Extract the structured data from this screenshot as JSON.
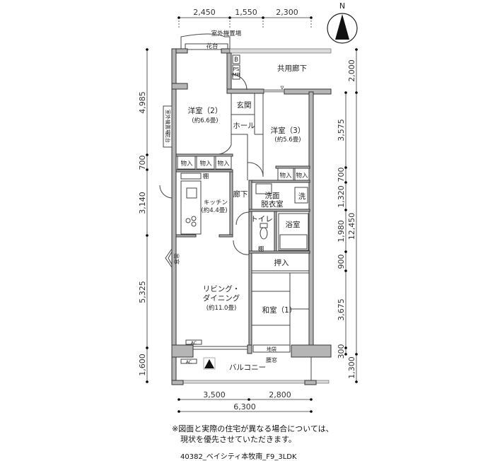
{
  "compass": {
    "label": "N"
  },
  "dimensions": {
    "top": [
      "2,450",
      "1,550",
      "2,300"
    ],
    "left": [
      "4,985",
      "700",
      "3,140",
      "5,325",
      "1,600"
    ],
    "right_inner": [
      "3,575",
      "700",
      "1,320",
      "1,980",
      "900",
      "3,675",
      "300"
    ],
    "right_outer": [
      "2,000",
      "12,450",
      "1,300"
    ],
    "bottom": [
      "3,500",
      "2,800"
    ],
    "bottom_total": "6,300"
  },
  "rooms": {
    "western2": {
      "name": "洋室（2）",
      "size": "(約6.6畳)"
    },
    "western3": {
      "name": "洋室（3）",
      "size": "(約5.6畳)"
    },
    "entrance": "玄関",
    "hall": "ホール",
    "common_corridor": "共用廊下",
    "kitchen": {
      "name": "キッチン",
      "size": "(約4.4畳)"
    },
    "corridor": "廊下",
    "washroom": {
      "line1": "洗面",
      "line2": "脱衣室"
    },
    "washer": "洗",
    "toilet": "トイレ",
    "bath": "浴室",
    "closet": "押入",
    "living": {
      "line1": "リビング・",
      "line2": "ダイニング",
      "size": "(約11.0畳)"
    },
    "japanese1": "和室（1）",
    "balcony": "バルコニー"
  },
  "labels": {
    "storage": "物入",
    "shelf": "棚",
    "outdoor_unit_area": "室外機置場",
    "flower_stand": "花台",
    "b": "B",
    "ps": "PS",
    "mb": "MB",
    "bay_window": "出窓",
    "ac": "AC",
    "jibukuro": "地袋",
    "waist_window": "腰窓"
  },
  "note": {
    "line1": "※図面と実際の住宅が異なる場合については、",
    "line2": "現状を優先させていただきます。"
  },
  "footer": "40382_ベイシティ本牧南_F9_3LDK"
}
